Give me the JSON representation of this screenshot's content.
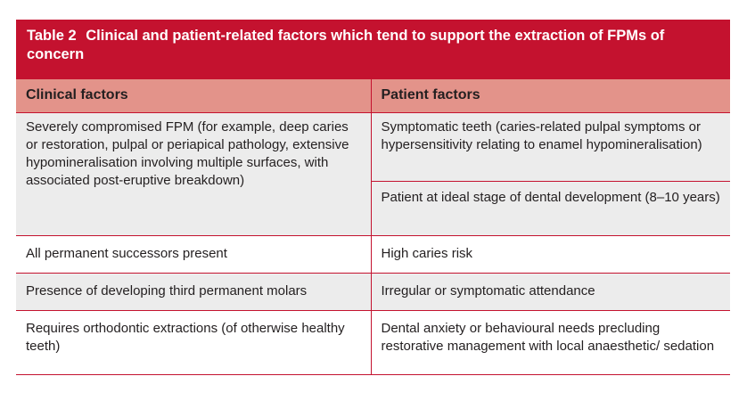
{
  "table": {
    "number": "Table 2",
    "title": "Clinical and patient-related factors which tend to support the extraction of FPMs of concern",
    "headers": {
      "clinical": "Clinical factors",
      "patient": "Patient factors"
    },
    "rows": [
      {
        "clinical": "Severely compromised FPM (for example, deep caries or restoration, pulpal or periapical pathology, extensive hypomineralisation involving multiple surfaces, with associated post-eruptive breakdown)",
        "patient": [
          "Symptomatic teeth (caries-related pulpal symptoms or hypersensitivity relating to enamel hypomineralisation)",
          "Patient at ideal stage of dental development (8–10 years)"
        ]
      },
      {
        "clinical": "All permanent successors present",
        "patient": "High caries risk"
      },
      {
        "clinical": "Presence of developing third permanent molars",
        "patient": "Irregular or symptomatic attendance"
      },
      {
        "clinical": "Requires orthodontic extractions (of otherwise healthy teeth)",
        "patient": "Dental anxiety or behavioural needs precluding restorative management with local anaesthetic/ sedation"
      }
    ]
  }
}
